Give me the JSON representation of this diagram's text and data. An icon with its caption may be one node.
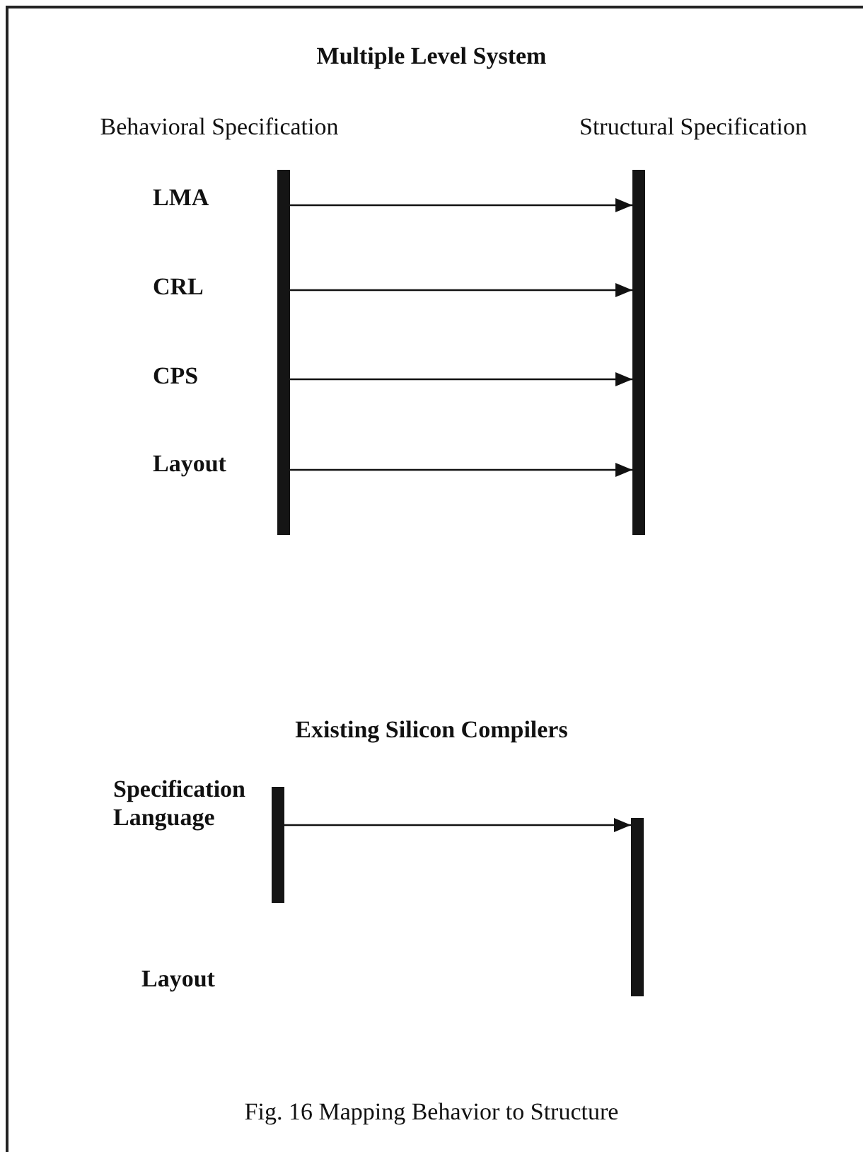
{
  "diagram": {
    "caption": "Fig. 16 Mapping Behavior to Structure",
    "nodes": [
      {
        "text": [],
        "shape": "bar"
      },
      {
        "text": [],
        "shape": "bar"
      },
      {
        "text": [],
        "shape": "bar"
      },
      {
        "text": [],
        "shape": "bar"
      }
    ],
    "edges": [
      {
        "from": 0,
        "to": 1,
        "arrow": "to"
      },
      {
        "from": 0,
        "to": 1,
        "arrow": "to"
      },
      {
        "from": 0,
        "to": 1,
        "arrow": "to"
      },
      {
        "from": 0,
        "to": 1,
        "arrow": "to"
      },
      {
        "from": 2,
        "to": 3,
        "arrow": "to"
      }
    ],
    "labels": [
      "Multiple Level System",
      "Behavioral Specification",
      "Structural Specification",
      "LMA",
      "CRL",
      "CPS",
      "Layout",
      "Existing Silicon Compilers",
      "Specification Language",
      "Layout"
    ]
  }
}
